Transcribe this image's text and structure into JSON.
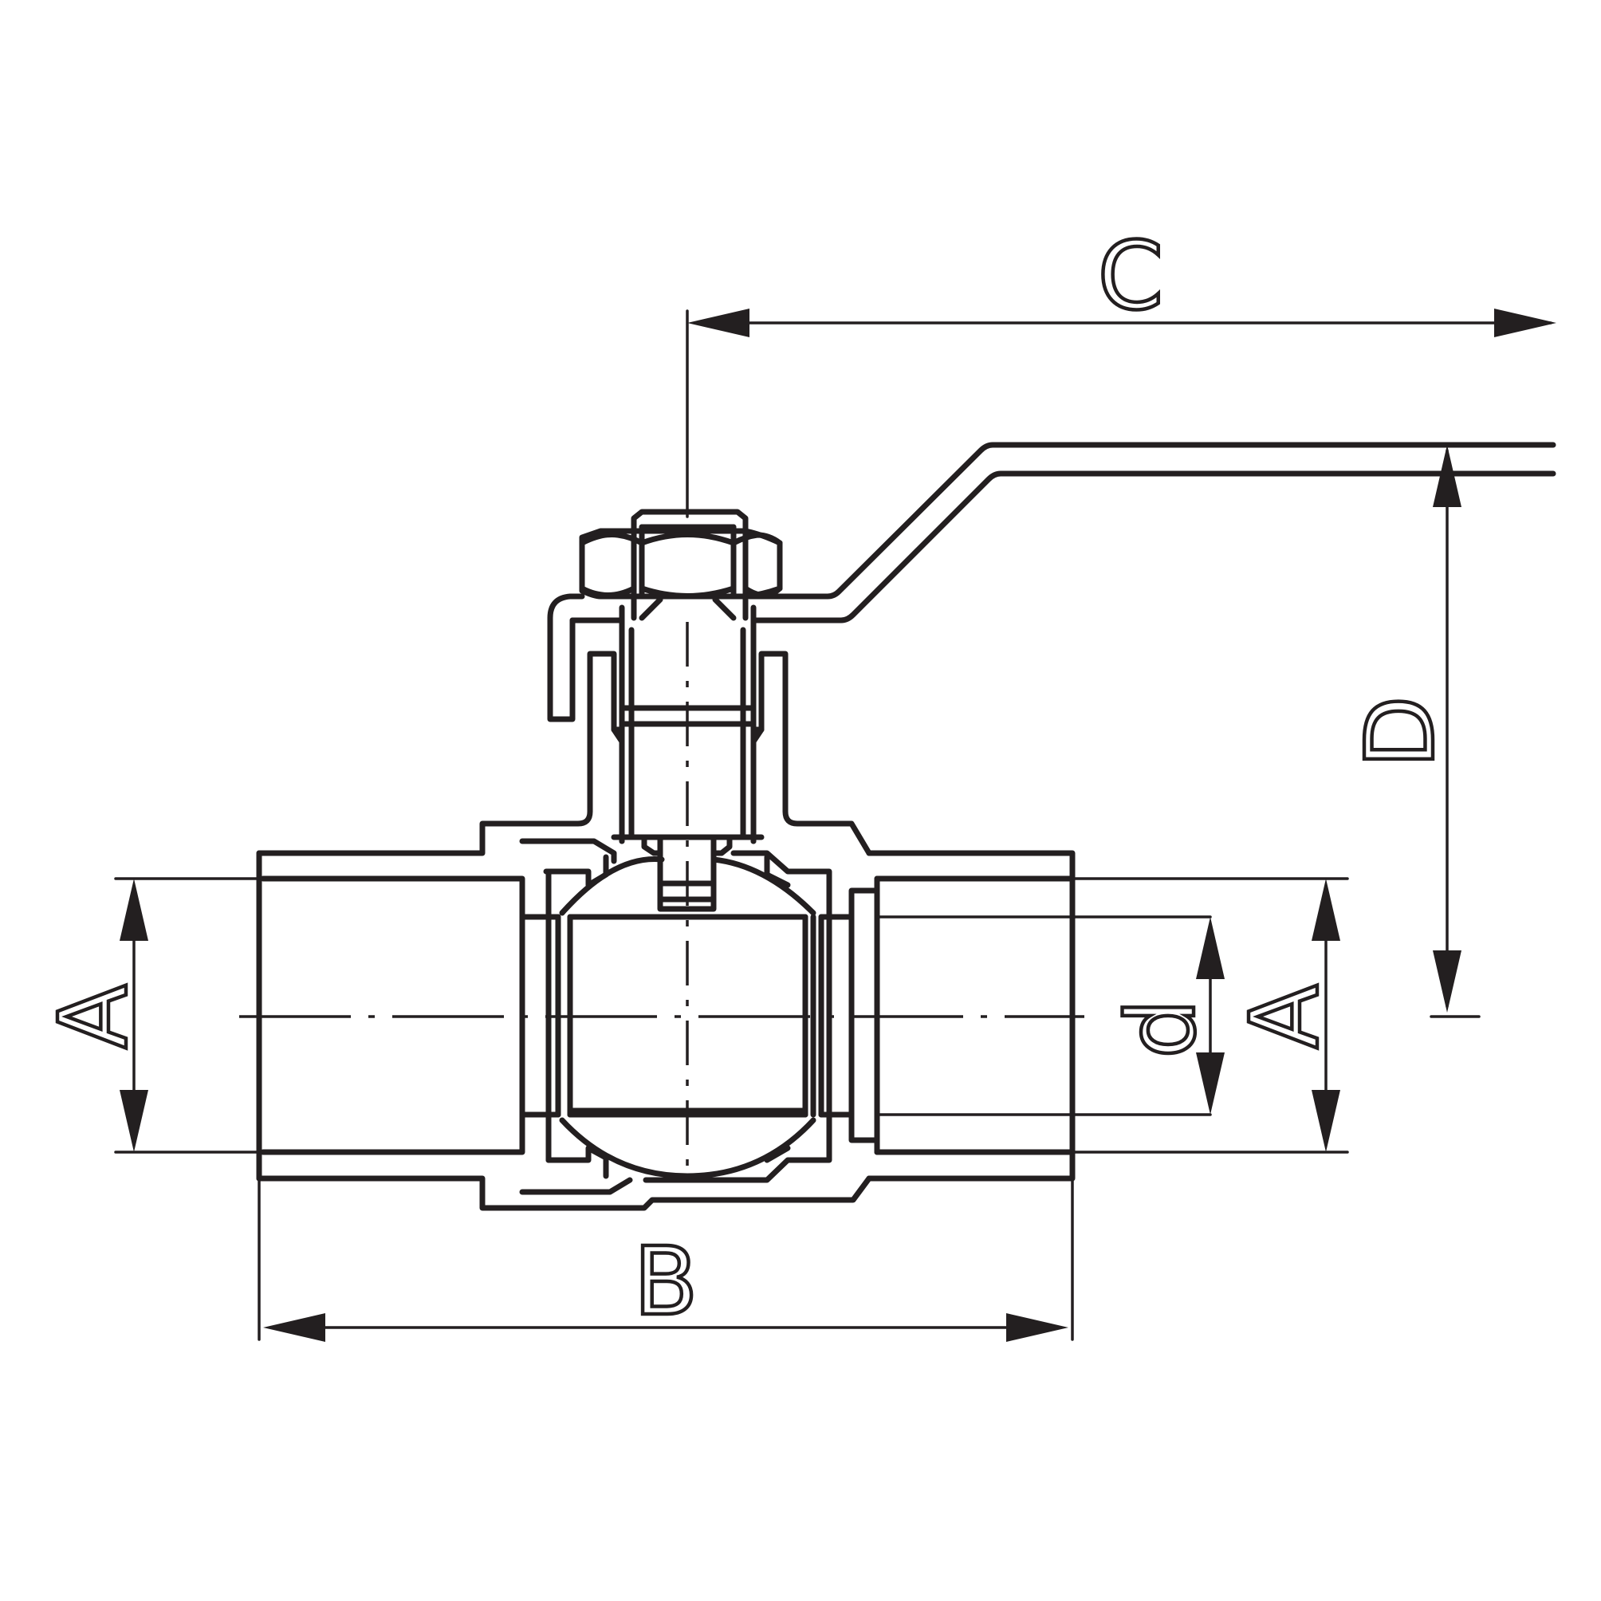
{
  "drawing": {
    "labels": {
      "A_left": "A",
      "A_right": "A",
      "B": "B",
      "C": "C",
      "D": "D",
      "d": "d"
    }
  }
}
